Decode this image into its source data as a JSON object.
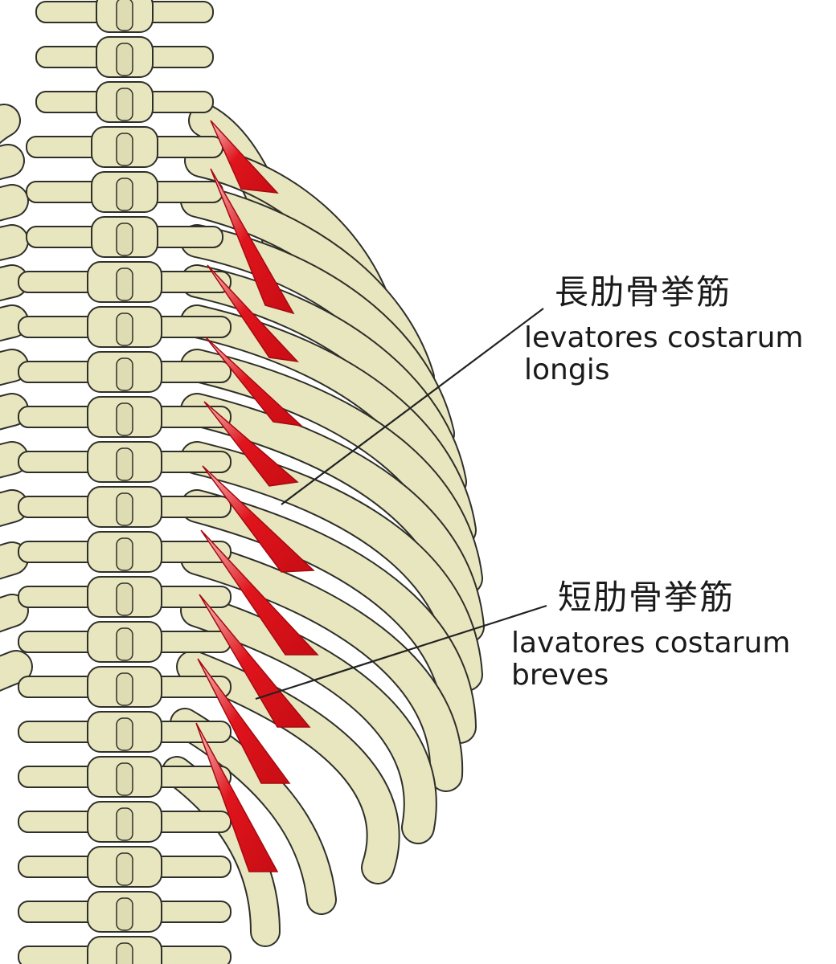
{
  "labels": {
    "longis": {
      "jp": "長肋骨挙筋",
      "en_line1": "levatores costarum",
      "en_line2": "longis"
    },
    "breves": {
      "jp": "短肋骨挙筋",
      "en_line1": "lavatores costarum",
      "en_line2": "breves"
    }
  },
  "colors": {
    "bone": "#e8e6bf",
    "bone_outline": "#2f2f2a",
    "muscle": "#e0141c",
    "muscle_light": "#f3b6b6",
    "background": "#ffffff"
  }
}
